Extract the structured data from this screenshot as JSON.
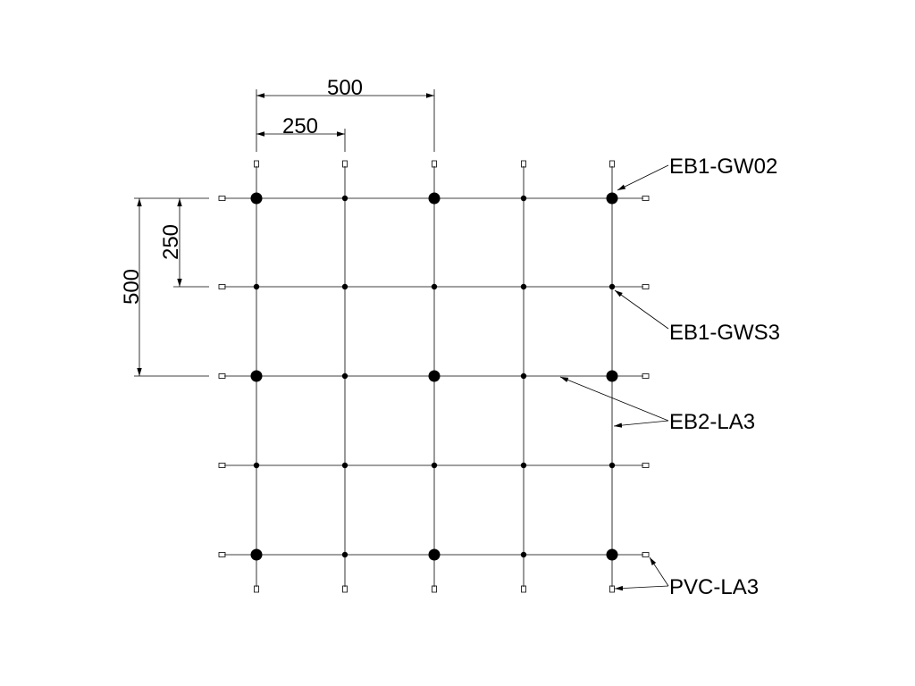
{
  "dimensions": {
    "horizontal_outer": "500",
    "horizontal_inner": "250",
    "vertical_outer": "500",
    "vertical_inner": "250"
  },
  "labels": {
    "large_node": "EB1-GW02",
    "small_node": "EB1-GWS3",
    "wire": "EB2-LA3",
    "end_cap": "PVC-LA3"
  },
  "colors": {
    "line": "#000000",
    "background": "#ffffff"
  }
}
